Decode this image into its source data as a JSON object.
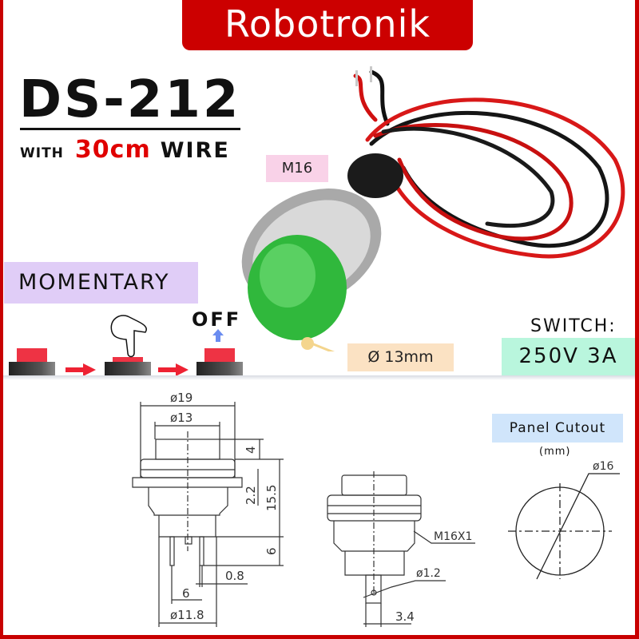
{
  "brand": "Robotronik",
  "product": {
    "model": "DS-212",
    "with_label": "WITH",
    "wire_length": "30cm",
    "wire_label": "WIRE",
    "thread_label": "M16",
    "button_diameter": "Ø 13mm",
    "button_color": "#2fb83a"
  },
  "momentary": {
    "title": "MOMENTARY",
    "off_label": "OFF"
  },
  "rating": {
    "label": "SWITCH:",
    "value": "250V 3A"
  },
  "drawing": {
    "side": {
      "d19": "ø19",
      "d13": "ø13",
      "h4": "4",
      "h22": "2.2",
      "h155": "15.5",
      "h6": "6",
      "w08": "0.8",
      "w6": "6",
      "d118": "ø11.8"
    },
    "front": {
      "thread": "M16X1",
      "hole": "ø1.2",
      "w34": "3.4"
    },
    "cutout": {
      "title": "Panel Cutout",
      "unit": "(mm)",
      "d16": "ø16"
    }
  },
  "colors": {
    "brand_red": "#cc0000",
    "accent_red": "#e00000"
  }
}
